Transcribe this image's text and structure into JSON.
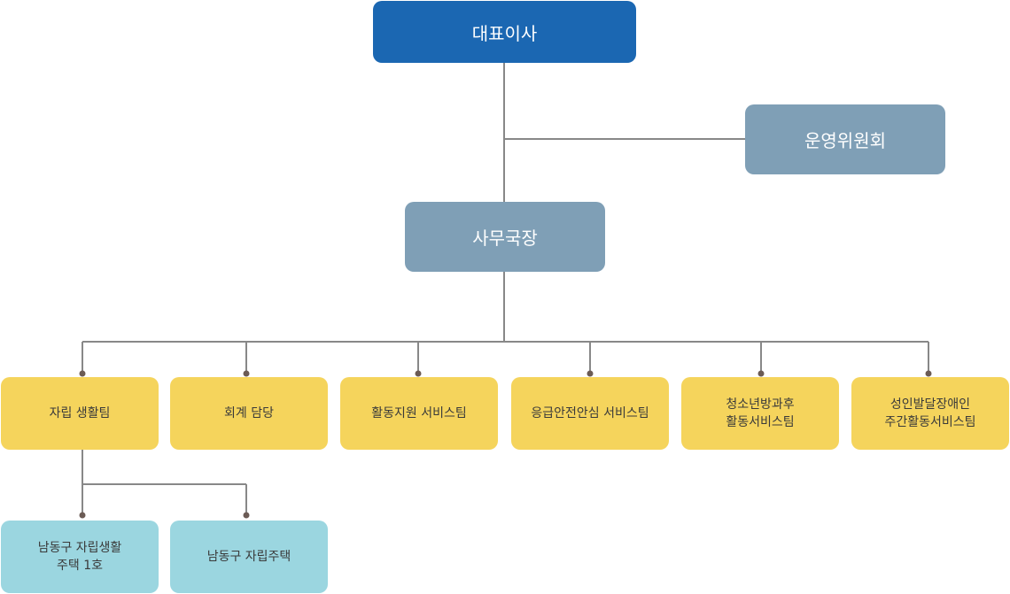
{
  "ceo": "대표이사",
  "committee": "운영위원회",
  "secretary_general": "사무국장",
  "teams": [
    "자립 생활팀",
    "회계 담당",
    "활동지원 서비스팀",
    "응급안전안심 서비스팀",
    "청소년방과후\n활동서비스팀",
    "성인발달장애인\n주간활동서비스팀"
  ],
  "sub_units": [
    "남동구 자립생활\n주택 1호",
    "남동구 자립주택"
  ],
  "colors": {
    "ceo": "#1b67b2",
    "management": "#7f9fb6",
    "team": "#f5d45c",
    "sub_unit": "#9bd6e0",
    "line": "#888888",
    "dot": "#6b5b55"
  }
}
